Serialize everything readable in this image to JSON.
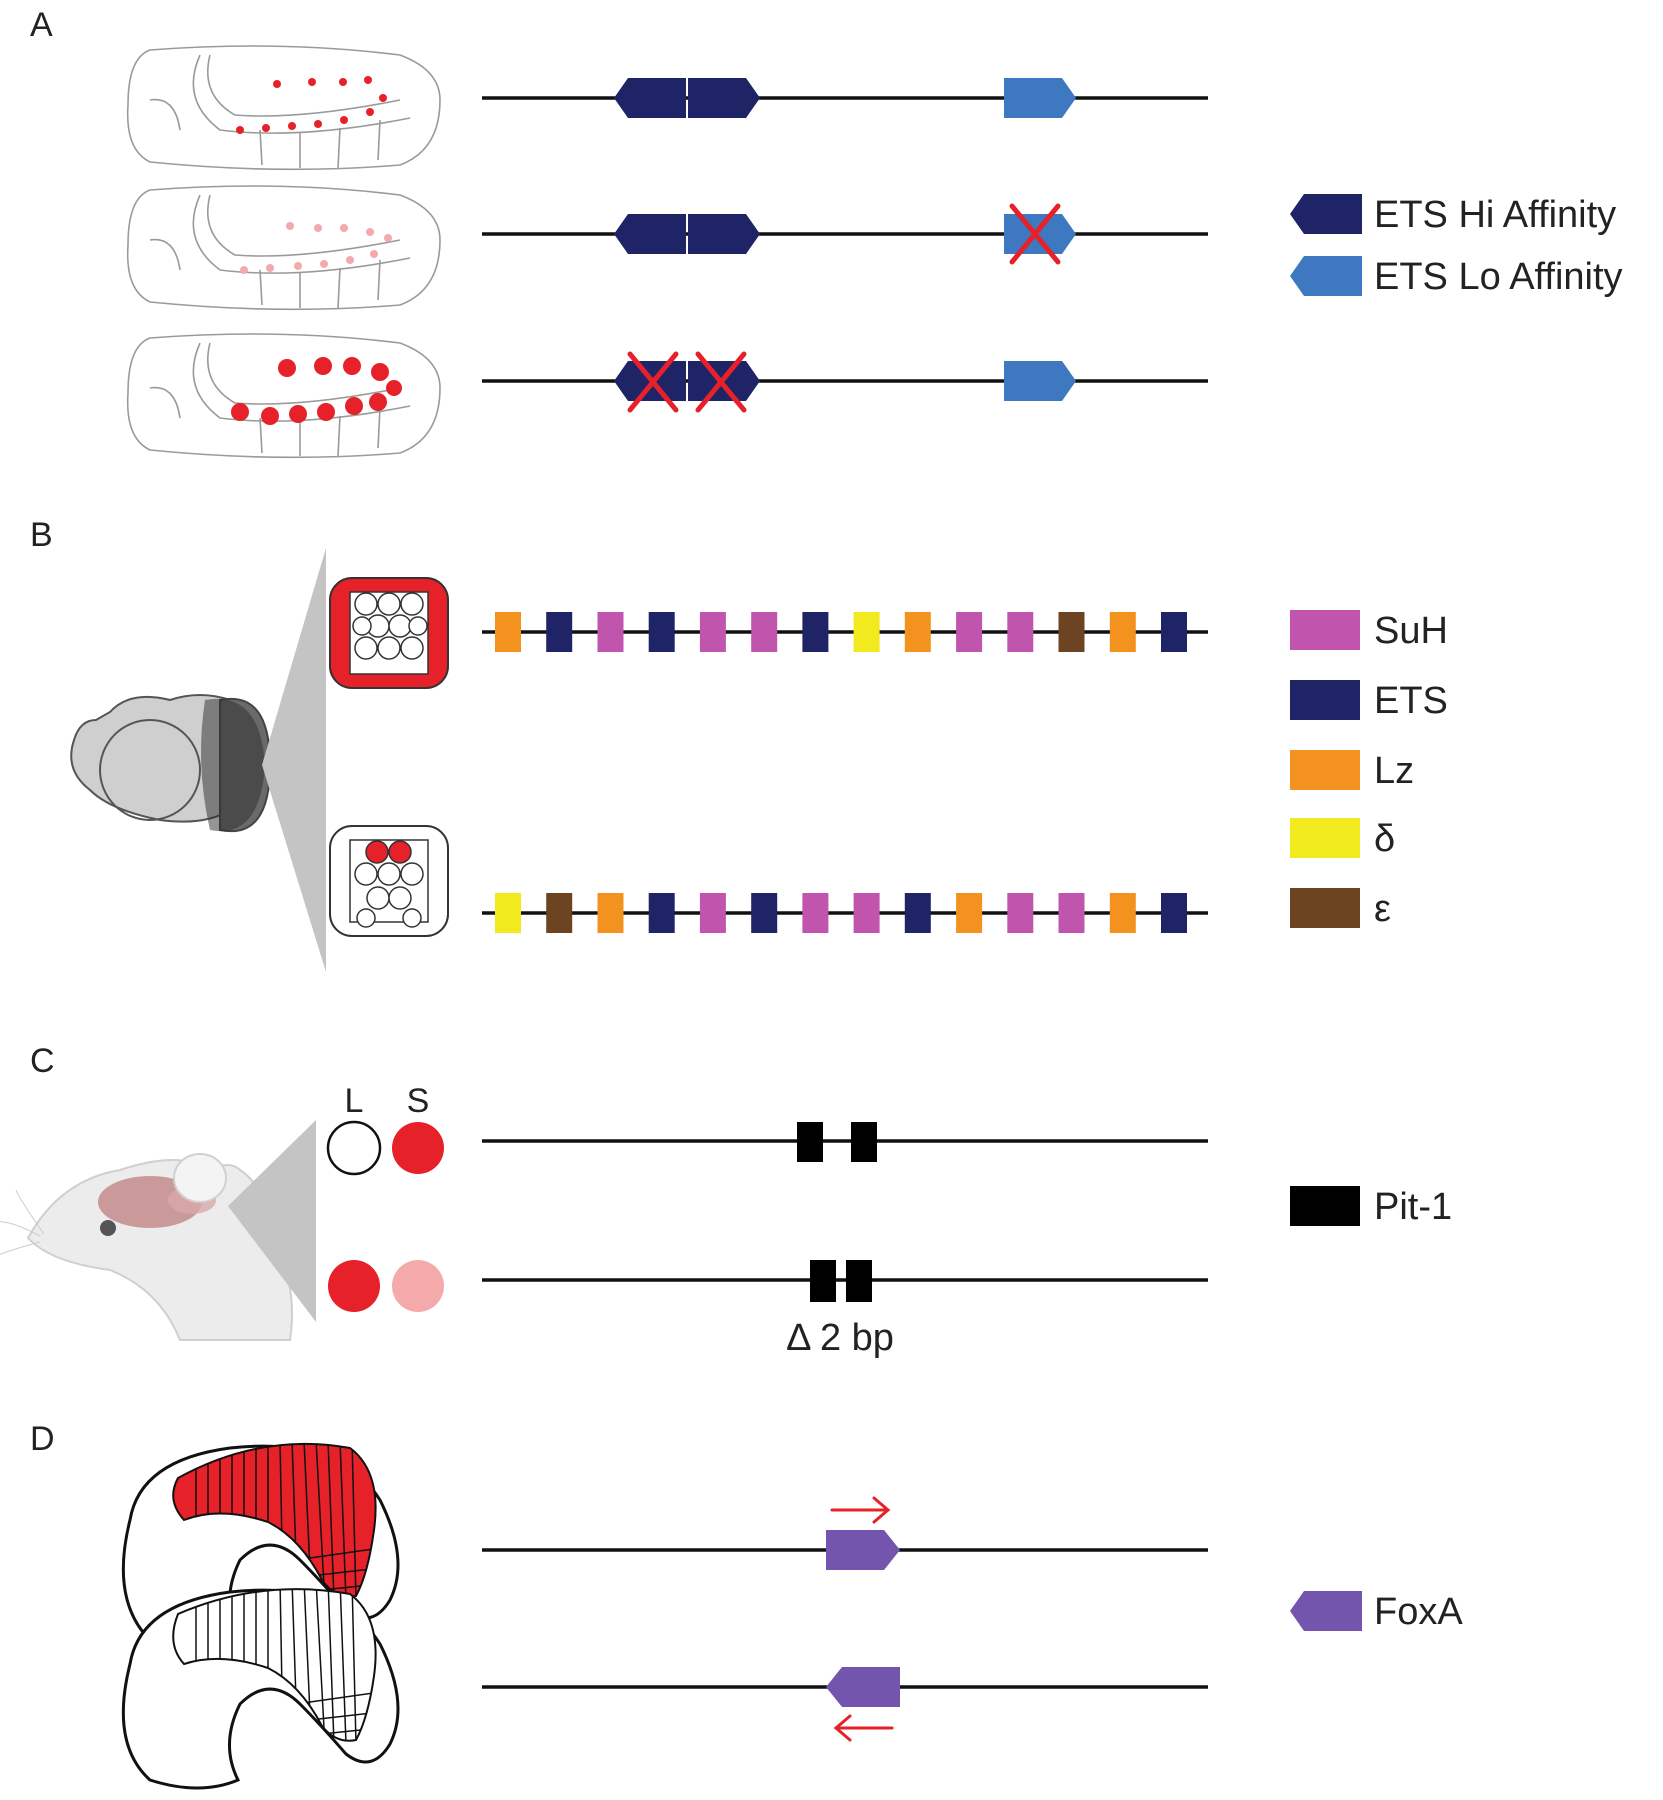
{
  "colors": {
    "ets_hi": "#1f2466",
    "ets_lo": "#3d78c0",
    "suh": "#c155ad",
    "ets": "#1f2466",
    "lz": "#f3921f",
    "delta": "#f0ea1f",
    "epsilon": "#6d4421",
    "pit1": "#000000",
    "foxa": "#7355ad",
    "red": "#e62129",
    "pink": "#f4a9ab"
  },
  "panels": {
    "A": {
      "label": "A"
    },
    "B": {
      "label": "B"
    },
    "C": {
      "label": "C",
      "col_L": "L",
      "col_S": "S",
      "deletion": "Δ 2 bp"
    },
    "D": {
      "label": "D"
    }
  },
  "legend": {
    "A": [
      {
        "label": "ETS Hi Affinity",
        "color_key": "ets_hi",
        "shape": "hex"
      },
      {
        "label": "ETS Lo Affinity",
        "color_key": "ets_lo",
        "shape": "hex"
      }
    ],
    "B": [
      {
        "label": "SuH",
        "color_key": "suh",
        "shape": "rect"
      },
      {
        "label": "ETS",
        "color_key": "ets",
        "shape": "rect"
      },
      {
        "label": "Lz",
        "color_key": "lz",
        "shape": "rect"
      },
      {
        "label": "δ",
        "color_key": "delta",
        "shape": "rect"
      },
      {
        "label": "ε",
        "color_key": "epsilon",
        "shape": "rect"
      }
    ],
    "C": [
      {
        "label": "Pit-1",
        "color_key": "pit1",
        "shape": "rect"
      }
    ],
    "D": [
      {
        "label": "FoxA",
        "color_key": "foxa",
        "shape": "hex"
      }
    ]
  },
  "tracks": {
    "B_row1": [
      "lz",
      "ets",
      "suh",
      "ets",
      "suh",
      "suh",
      "ets",
      "delta",
      "lz",
      "suh",
      "suh",
      "epsilon",
      "lz",
      "ets"
    ],
    "B_row2": [
      "delta",
      "epsilon",
      "lz",
      "ets",
      "suh",
      "ets",
      "suh",
      "suh",
      "ets",
      "lz",
      "suh",
      "suh",
      "lz",
      "ets"
    ]
  }
}
